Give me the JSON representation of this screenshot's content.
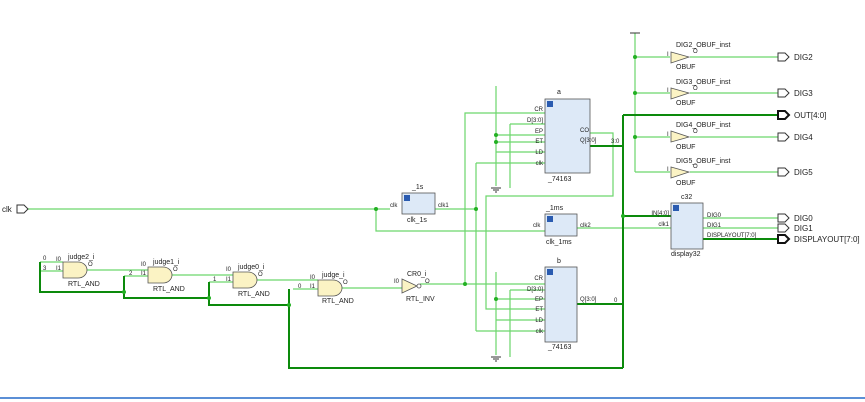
{
  "ports": {
    "clk": "clk",
    "dig2": "DIG2",
    "dig3": "DIG3",
    "out": "OUT[4:0]",
    "dig4": "DIG4",
    "dig5": "DIG5",
    "dig0": "DIG0",
    "dig1": "DIG1",
    "displayout": "DISPLAYOUT[7:0]"
  },
  "gates": [
    {
      "name": "judge2_i",
      "type": "RTL_AND",
      "i0": "I0",
      "i1": "I1",
      "o": "O",
      "c0": "0",
      "c1": "3"
    },
    {
      "name": "judge1_i",
      "type": "RTL_AND",
      "i0": "I0",
      "i1": "I1",
      "o": "O",
      "c1": "2"
    },
    {
      "name": "judge0_i",
      "type": "RTL_AND",
      "i0": "I0",
      "i1": "I1",
      "o": "O",
      "c1": "1"
    },
    {
      "name": "judge_i",
      "type": "RTL_AND",
      "i0": "I0",
      "i1": "I1",
      "o": "O",
      "c1": "0"
    }
  ],
  "inverter": {
    "name": "CR0_i",
    "type": "RTL_INV",
    "i0": "I0",
    "o": "O"
  },
  "counter_a": {
    "name": "a",
    "type": "_74163",
    "pins_in": [
      "CR",
      "D[3:0]",
      "EP",
      "ET",
      "LD",
      "clk"
    ],
    "co": "CO",
    "q": "Q[3:0]",
    "net": "3:0"
  },
  "counter_b": {
    "name": "b",
    "type": "_74163",
    "pins_in": [
      "CR",
      "D[3:0]",
      "EP",
      "ET",
      "LD",
      "clk"
    ],
    "q": "Q[3:0]",
    "net": "0"
  },
  "div_1s": {
    "name": "_1s",
    "type": "clk_1s",
    "in": "clk",
    "out": "clk1"
  },
  "div_1ms": {
    "name": "_1ms",
    "type": "clk_1ms",
    "in": "clk",
    "out": "clk2"
  },
  "display": {
    "name": "c32",
    "type": "display32",
    "in1": "IN[4:0]",
    "in2": "clk1",
    "out1": "DIG0",
    "out2": "DIG1",
    "out3": "DISPLAYOUT[7:0]"
  },
  "obufs": [
    {
      "name": "DIG2_OBUF_inst",
      "type": "OBUF",
      "i": "I",
      "o": "O"
    },
    {
      "name": "DIG3_OBUF_inst",
      "type": "OBUF",
      "i": "I",
      "o": "O"
    },
    {
      "name": "DIG4_OBUF_inst",
      "type": "OBUF",
      "i": "I",
      "o": "O"
    },
    {
      "name": "DIG5_OBUF_inst",
      "type": "OBUF",
      "i": "I",
      "o": "O"
    }
  ],
  "colors": {
    "wire": "#6cd66c",
    "bus": "#0c8a0c",
    "block": "#dde9f7",
    "gate": "#fbf3c4"
  }
}
